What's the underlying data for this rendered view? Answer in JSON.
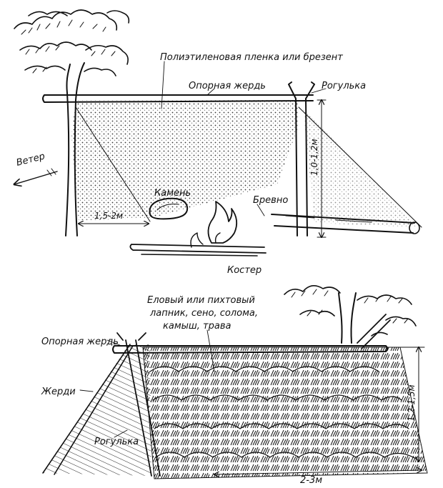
{
  "labels": {
    "top": {
      "film": "Полиэтиленовая пленка или брезент",
      "ridge_pole": "Опорная жердь",
      "fork": "Рогулька",
      "wind": "Ветер",
      "stone": "Камень",
      "log": "Бревно",
      "fire": "Костер",
      "dist_stone": "1,5-2м",
      "height": "1,0-1,2м"
    },
    "bottom": {
      "thatch_line1": "Еловый или пихтовый",
      "thatch_line2": "лапник, сено, солома,",
      "thatch_line3": "камыш, трава",
      "ridge_pole": "Опорная жердь",
      "poles": "Жерди",
      "fork": "Рогулька",
      "height": "1,2-1,5м",
      "width": "2-3м"
    }
  },
  "colors": {
    "ink": "#111111",
    "paper": "#ffffff"
  }
}
